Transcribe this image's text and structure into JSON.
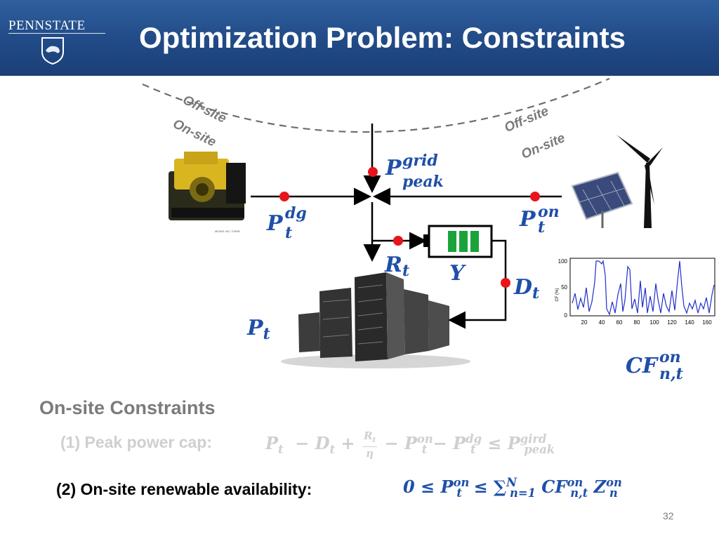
{
  "header": {
    "logo_text": "PENNSTATE",
    "title": "Optimization Problem: Constraints"
  },
  "diagram": {
    "labels": {
      "offsite_left": "Off-site",
      "onsite_left": "On-site",
      "offsite_right": "Off-site",
      "onsite_right": "On-site"
    },
    "math": {
      "p_grid_base": "P",
      "p_grid_sup": "grid",
      "p_grid_sub": "peak",
      "p_dg_base": "P",
      "p_dg_sup": "dg",
      "p_dg_sub": "t",
      "p_on_base": "P",
      "p_on_sup": "on",
      "p_on_sub": "t",
      "r_base": "R",
      "r_sub": "t",
      "y": "Y",
      "d_base": "D",
      "d_sub": "t",
      "p_base": "P",
      "p_sub": "t",
      "cf_base": "CF",
      "cf_sup": "on",
      "cf_sub": "n,t"
    },
    "plot": {
      "y_ticks": [
        "100",
        "50",
        "0"
      ],
      "x_ticks": [
        "20",
        "40",
        "60",
        "80",
        "100",
        "120",
        "140",
        "160"
      ],
      "ylabel": "CF (%)"
    },
    "generator_caption": "MODEL NO. 375HR",
    "colors": {
      "accent": "#1f4fa8",
      "node": "#e8141b",
      "battery": "#1aa33a"
    }
  },
  "constraints": {
    "section": "On-site Constraints",
    "c1_label": "(1) Peak power cap:",
    "c2_label": "(2) On-site renewable availability:"
  },
  "page_number": "32"
}
